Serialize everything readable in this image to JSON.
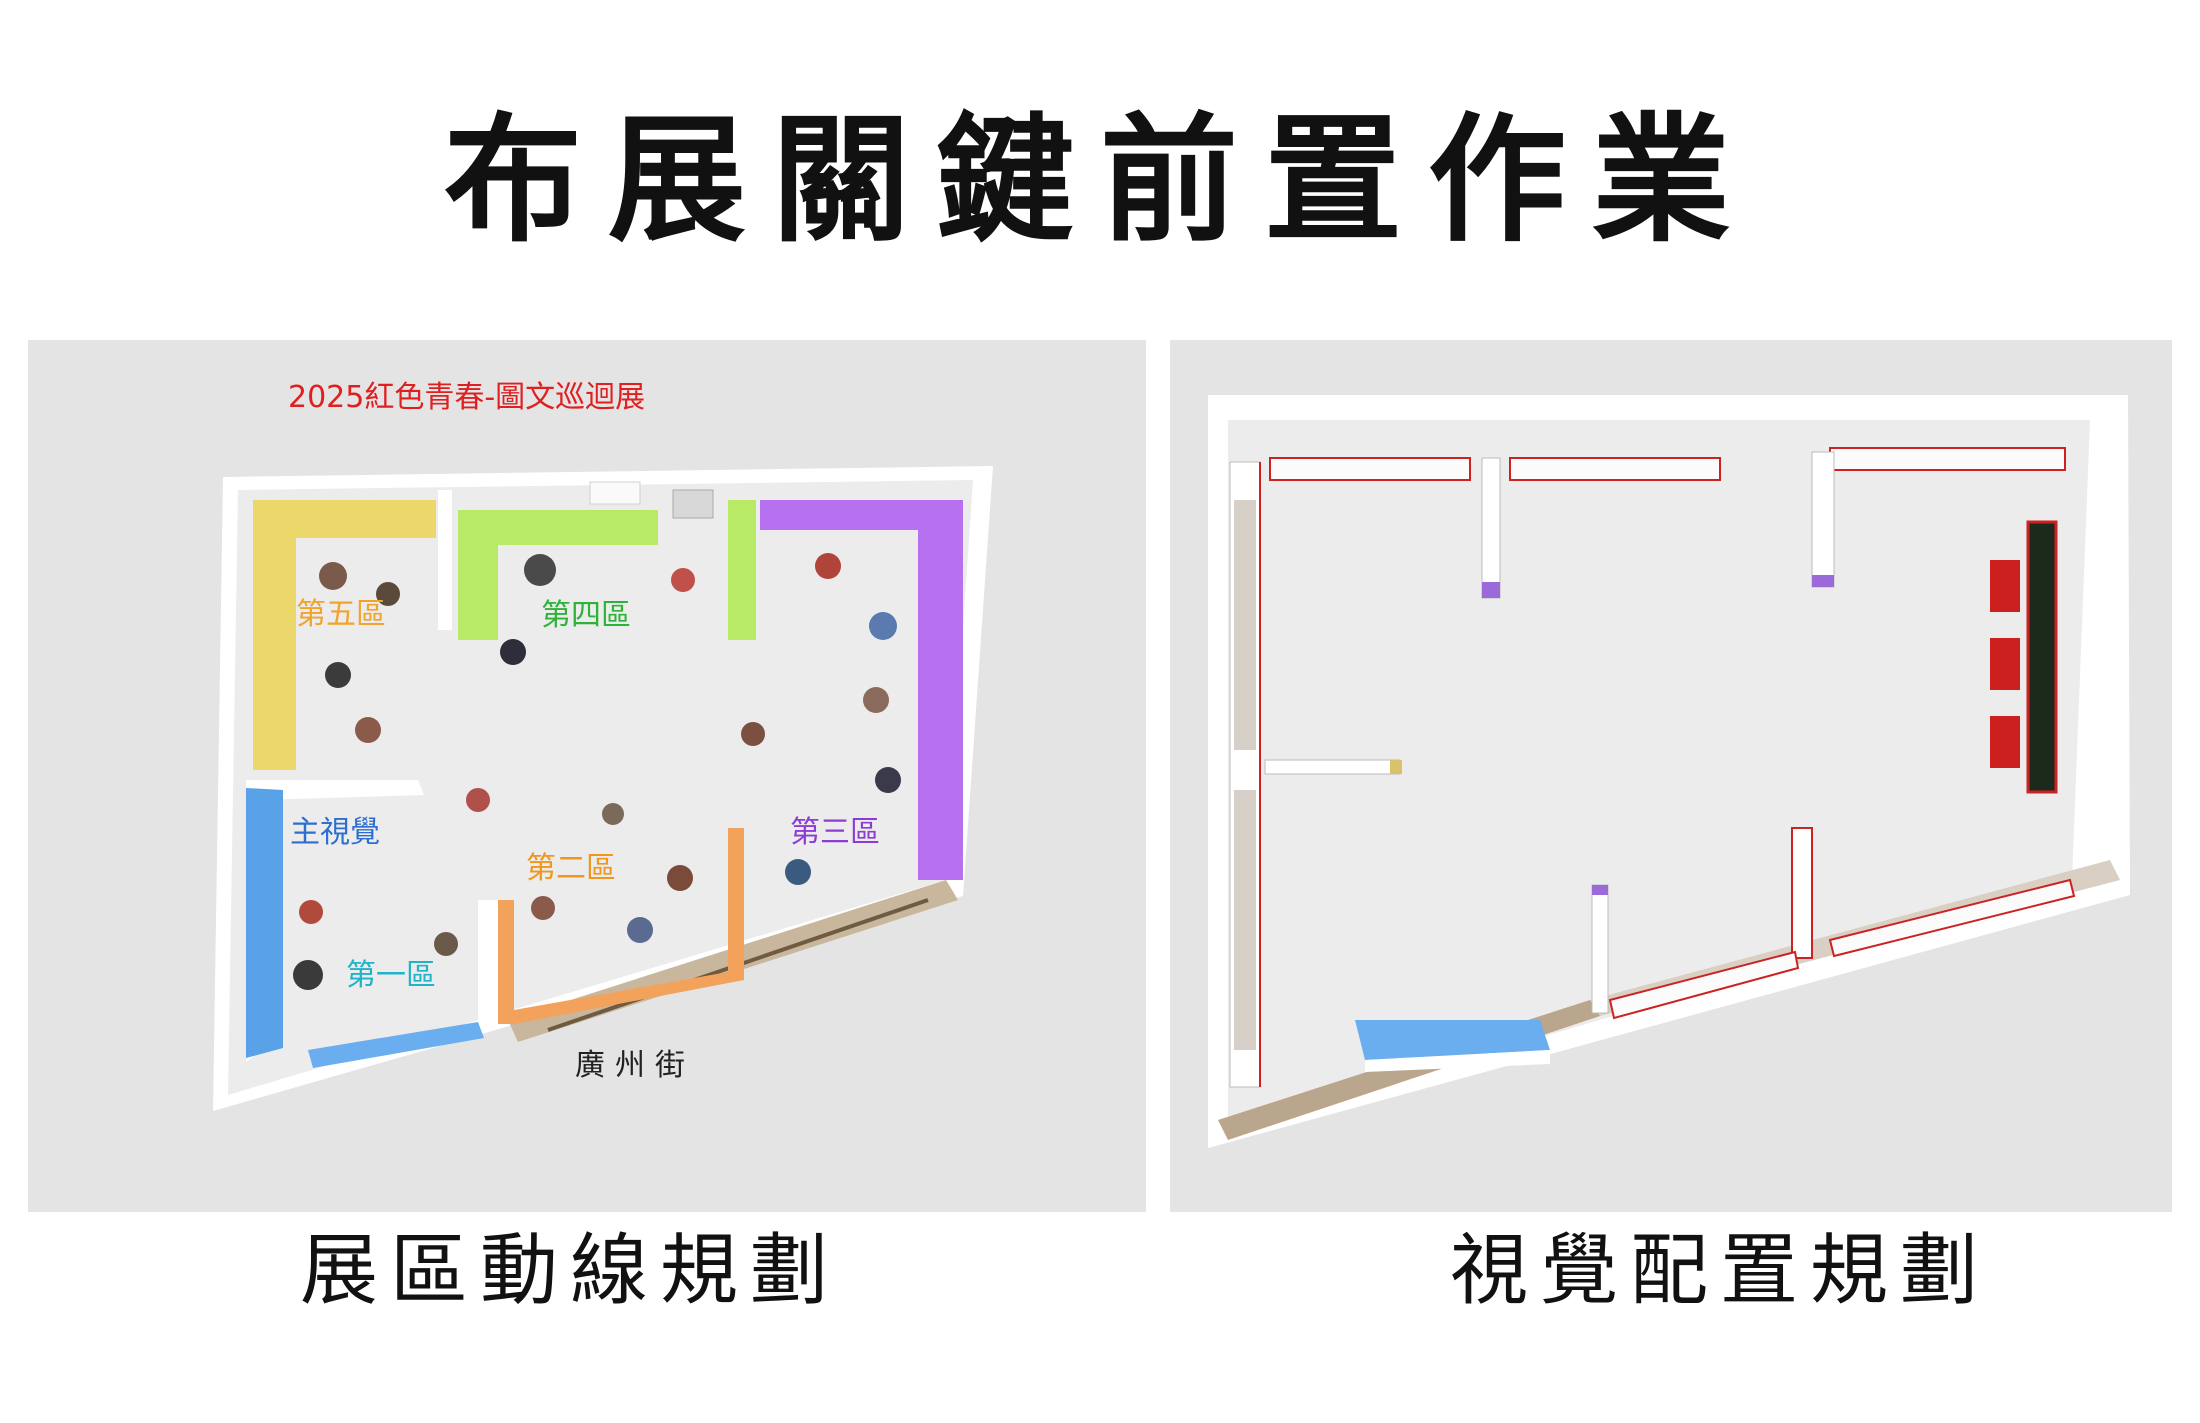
{
  "title": "布展關鍵前置作業",
  "left_panel": {
    "exhibit_title": "2025紅色青春-圖文巡迴展",
    "caption": "展區動線規劃",
    "street": "廣州街",
    "zones": {
      "main_visual": "主視覺",
      "zone1": "第一區",
      "zone2": "第二區",
      "zone3": "第三區",
      "zone4": "第四區",
      "zone5": "第五區"
    },
    "colors": {
      "main_visual": "#2c6fd1",
      "zone1": "#21b3c9",
      "zone2": "#f0961c",
      "zone3": "#8e3bd6",
      "zone4": "#2fb23a",
      "zone5": "#f2a32a",
      "title": "#e02020"
    }
  },
  "right_panel": {
    "caption": "視覺配置規劃"
  }
}
